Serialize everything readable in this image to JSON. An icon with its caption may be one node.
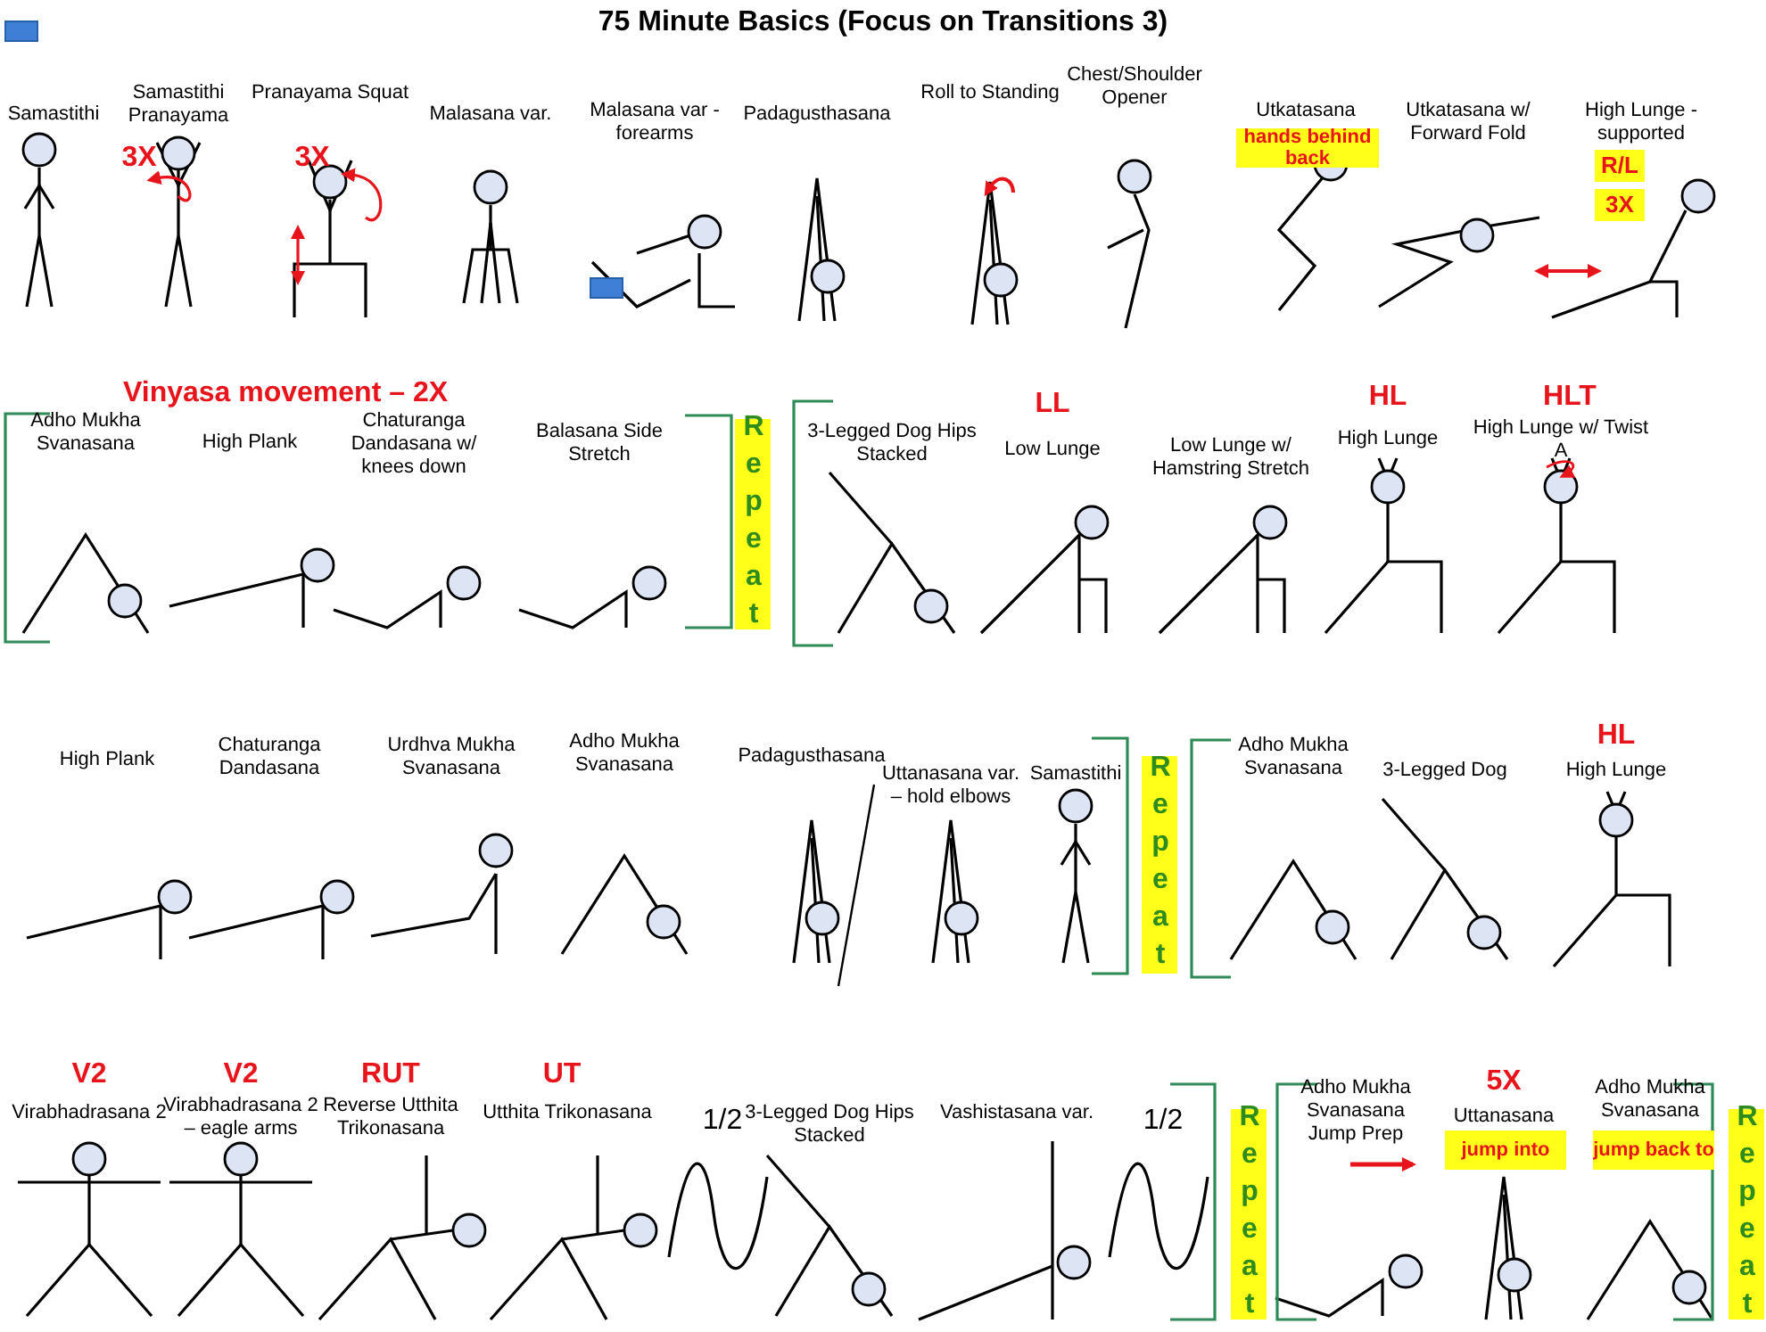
{
  "diagram": {
    "title": "75 Minute Basics (Focus on Transitions 3)",
    "nodes": [
      {
        "text": [
          "hands behind back"
        ]
      },
      {
        "text": [
          "R/L"
        ]
      },
      {
        "text": [
          "3X"
        ]
      },
      {
        "text": [
          "Repeat"
        ]
      },
      {
        "text": [
          "Repeat"
        ]
      },
      {
        "text": [
          "Repeat"
        ]
      },
      {
        "text": [
          "jump into"
        ]
      },
      {
        "text": [
          "jump back to"
        ]
      },
      {
        "text": [
          "Repeat"
        ]
      }
    ],
    "labels": [
      "Samastithi",
      "Samastithi Pranayama",
      "3X",
      "Pranayama Squat",
      "3X",
      "Malasana var.",
      "Malasana var - forearms",
      "Padagusthasana",
      "Roll to Standing",
      "Chest/Shoulder Opener",
      "Utkatasana",
      "Utkatasana w/ Forward Fold",
      "High Lunge - supported",
      "Vinyasa movement – 2X",
      "Adho Mukha Svanasana",
      "High Plank",
      "Chaturanga Dandasana w/ knees down",
      "Balasana Side Stretch",
      "3-Legged Dog Hips Stacked",
      "LL",
      "Low Lunge",
      "Low Lunge w/ Hamstring Stretch",
      "HL",
      "High Lunge",
      "HLT",
      "High Lunge w/ Twist A",
      "High Plank",
      "Chaturanga Dandasana",
      "Urdhva Mukha Svanasana",
      "Adho Mukha Svanasana",
      "Padagusthasana",
      "Uttanasana var. – hold elbows",
      "Samastithi",
      "Adho Mukha Svanasana",
      "3-Legged Dog",
      "HL",
      "High Lunge",
      "V2",
      "Virabhadrasana 2",
      "V2",
      "Virabhadrasana 2 – eagle arms",
      "RUT",
      "Reverse Utthita Trikonasana",
      "UT",
      "Utthita Trikonasana",
      "1/2",
      "3-Legged Dog Hips Stacked",
      "Vashistasana var.",
      "1/2",
      "Adho Mukha Svanasana Jump Prep",
      "5X",
      "Uttanasana",
      "Adho Mukha Svanasana"
    ]
  }
}
